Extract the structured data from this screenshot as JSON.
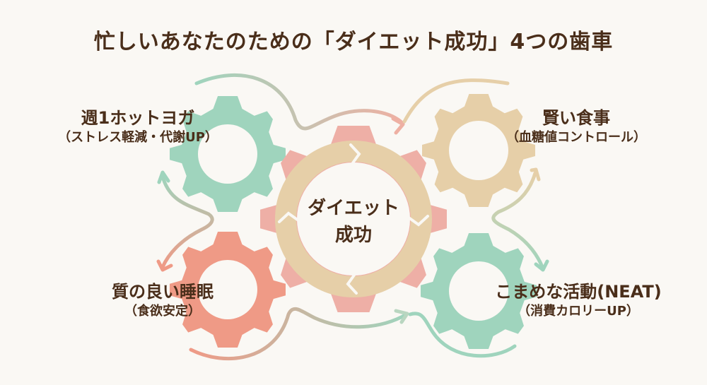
{
  "title": "忙しいあなたのための「ダイエット成功」4つの歯車",
  "center": {
    "line1": "ダイエット",
    "line2": "成功"
  },
  "gears": [
    {
      "id": "yoga",
      "title": "週1ホットヨガ",
      "subtitle": "（ストレス軽減・代謝UP）",
      "color": "#9fd4bd"
    },
    {
      "id": "meal",
      "title": "賢い食事",
      "subtitle": "（血糖値コントロール）",
      "color": "#e6cfa8"
    },
    {
      "id": "sleep",
      "title": "質の良い睡眠",
      "subtitle": "（食欲安定）",
      "color": "#ef9a86"
    },
    {
      "id": "neat",
      "title": "こまめな活動(NEAT)",
      "subtitle": "（消費カロリーUP）",
      "color": "#9fd4bd"
    }
  ],
  "colors": {
    "background": "#faf8f4",
    "text": "#4a2e1a",
    "center_gear": "#eeafa6",
    "center_ring": "#e6cfa8"
  }
}
